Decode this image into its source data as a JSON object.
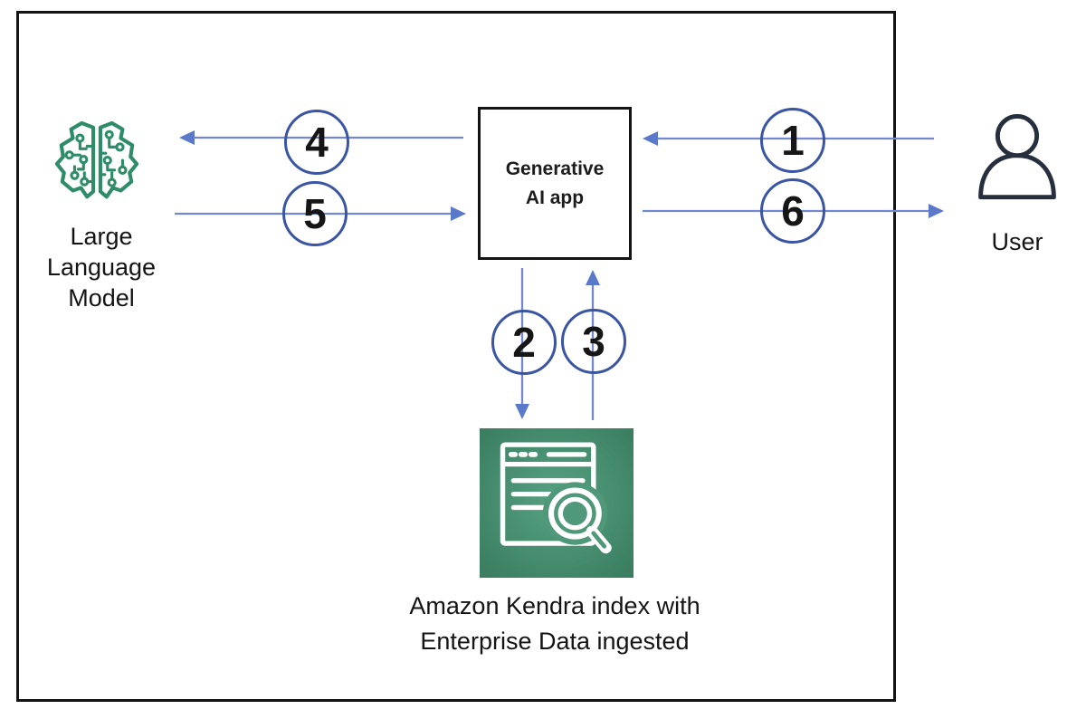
{
  "colors": {
    "arrow_line": "#7488cd",
    "arrow_head": "#5b79ca",
    "circle_border": "#3a55a3",
    "step_number_text": "#161616",
    "frame_border": "#141414",
    "app_box_border": "#141414",
    "label_text": "#141414",
    "llm_icon_green": "#2f8c69",
    "kendra_gradient_center": "#57a283",
    "kendra_gradient_edge": "#3b7e61",
    "user_icon_navy": "#252f3e",
    "background": "#ffffff"
  },
  "nodes": {
    "llm": {
      "icon": "brain-circuit-icon",
      "label_lines": [
        "Large",
        "Language",
        "Model"
      ]
    },
    "app": {
      "label_lines": [
        "Generative",
        "AI app"
      ]
    },
    "kendra": {
      "icon": "kendra-search-window-icon",
      "label_lines": [
        "Amazon Kendra index with",
        "Enterprise Data ingested"
      ]
    },
    "user": {
      "icon": "person-icon",
      "label": "User"
    }
  },
  "flow_steps": [
    {
      "number": "1",
      "arrow": "user-to-app",
      "direction": "right-to-left"
    },
    {
      "number": "2",
      "arrow": "app-to-kendra",
      "direction": "downward"
    },
    {
      "number": "3",
      "arrow": "kendra-to-app",
      "direction": "upward"
    },
    {
      "number": "4",
      "arrow": "app-to-llm",
      "direction": "right-to-left"
    },
    {
      "number": "5",
      "arrow": "llm-to-app",
      "direction": "left-to-right"
    },
    {
      "number": "6",
      "arrow": "app-to-user",
      "direction": "left-to-right"
    }
  ]
}
